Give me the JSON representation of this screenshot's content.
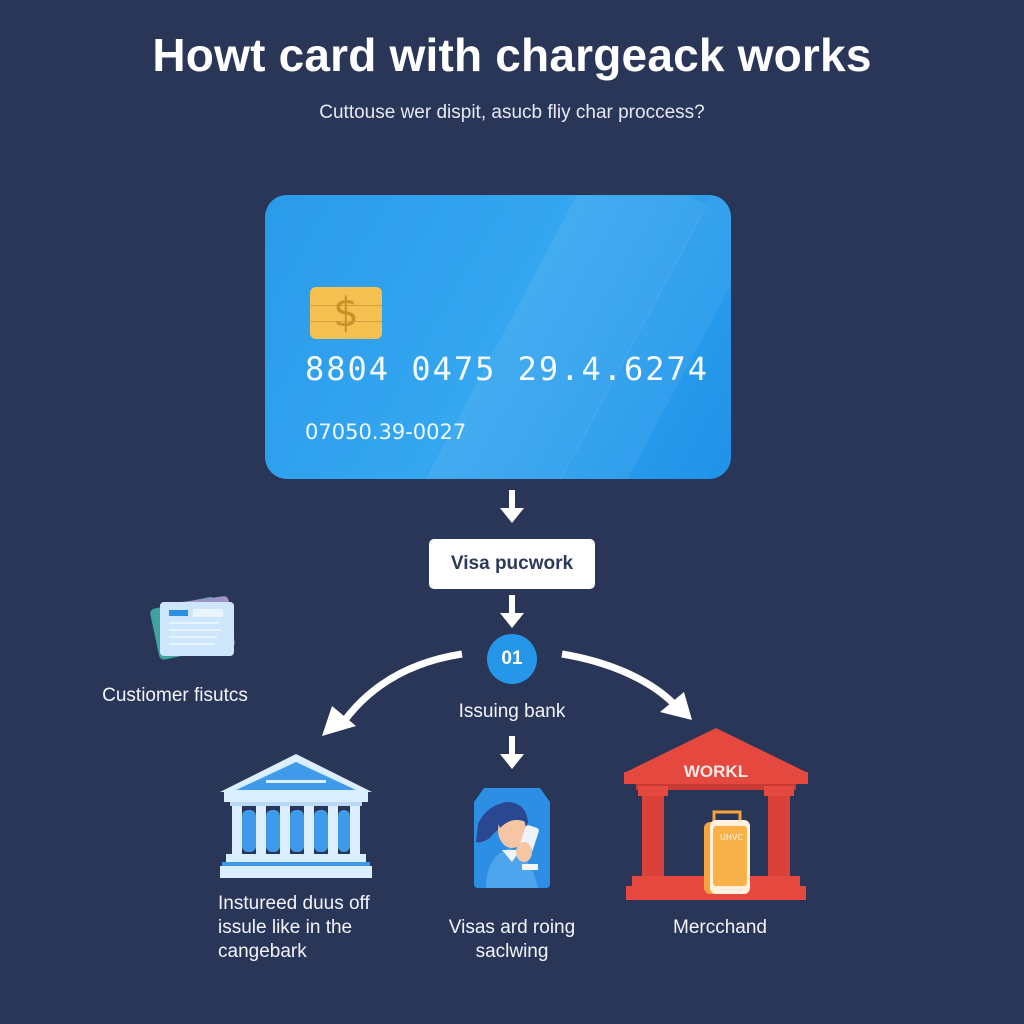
{
  "header": {
    "title": "Howt card with chargeack works",
    "subtitle": "Cuttouse wer dispit, asucb fliy char proccess?"
  },
  "card": {
    "chip_symbol": "$",
    "number": "8804 0475 29.4.6274",
    "sub_number": "07050.39-0027",
    "colors": {
      "card": "#2a9bea",
      "chip": "#f4c150"
    }
  },
  "flow": {
    "network_box_label": "Visa pucwork",
    "step_number": "01",
    "step_label": "Issuing bank",
    "customer": {
      "label": "Custiomer fisutcs",
      "icon": "document-cards-icon"
    },
    "left_node": {
      "icon": "bank-building-icon",
      "label_lines": [
        "Instureed duus off",
        "issule like in the",
        "cangebark"
      ]
    },
    "middle_node": {
      "icon": "person-with-phone-icon",
      "label_lines": [
        "Visas ard roing",
        "saclwing"
      ]
    },
    "right_node": {
      "icon": "merchant-building-icon",
      "sign": "WORKL",
      "phone_text": "UHVC",
      "label": "Mercchand"
    }
  },
  "colors": {
    "background": "#2a3658",
    "accent_blue": "#2596e8",
    "merchant_red": "#e5483f",
    "phone_orange": "#f7a23a",
    "white": "#ffffff"
  }
}
